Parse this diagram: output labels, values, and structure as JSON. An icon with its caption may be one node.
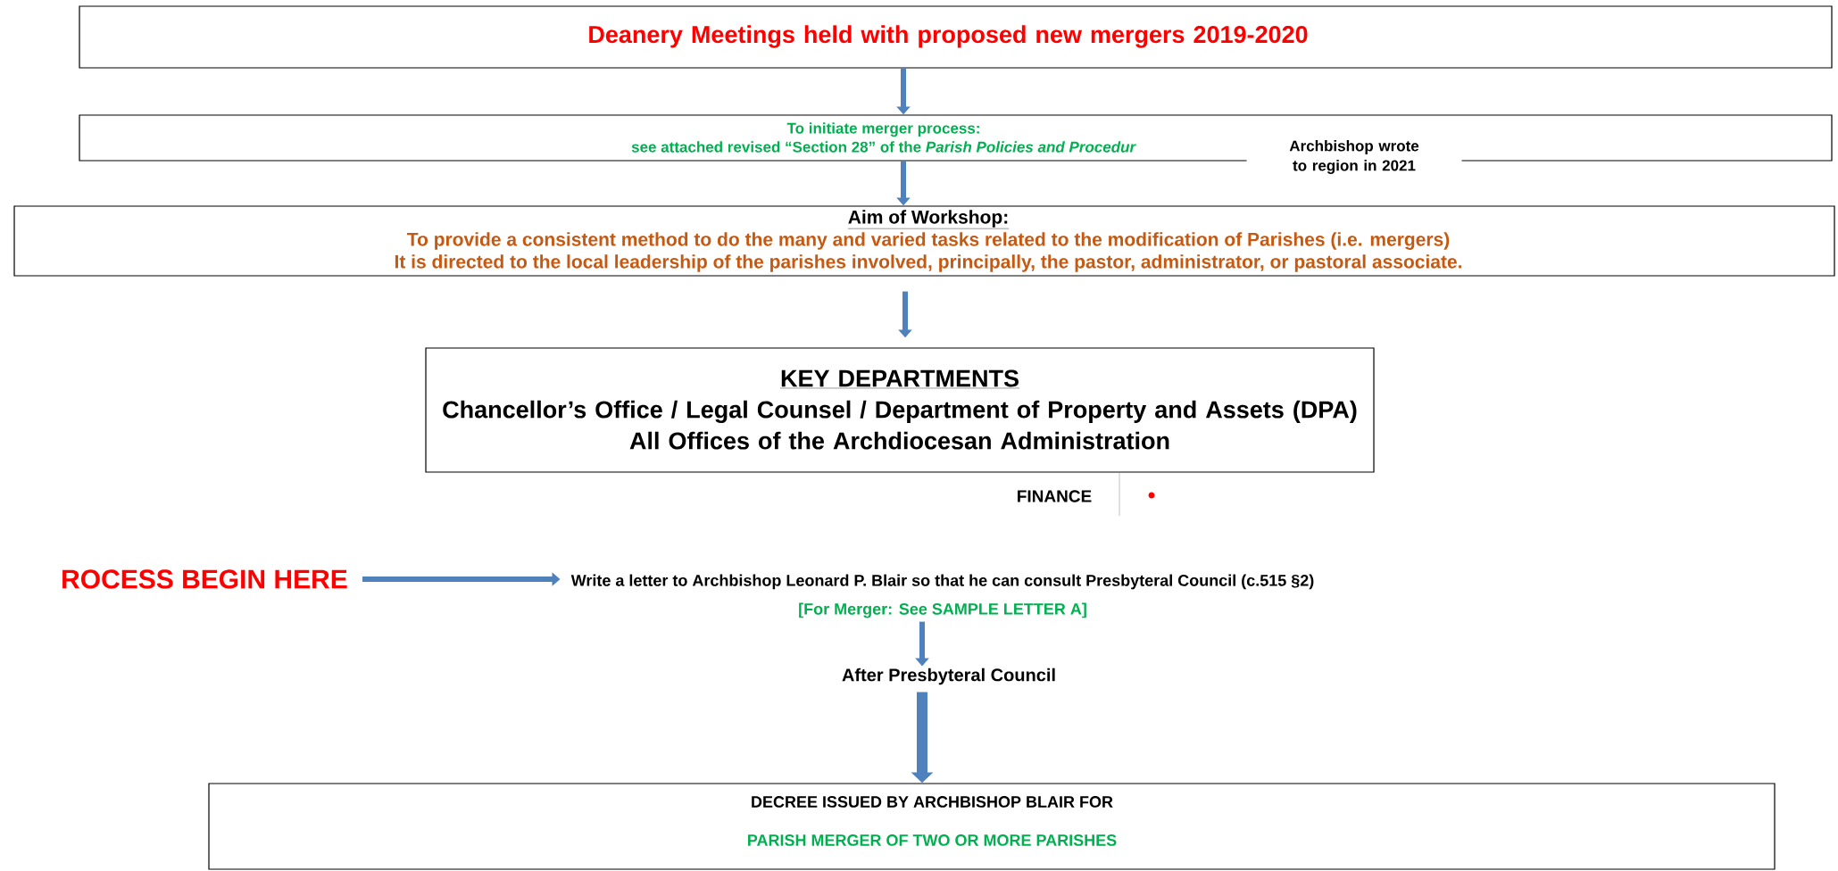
{
  "diagram": {
    "nodes": [
      {
        "text": [
          "Deanery Meetings held with proposed new mergers 2019-2020"
        ]
      },
      {
        "text": [
          "To initiate merger process:",
          "see attached revised “Section 28” of the *Parish Policies and Procedur*"
        ]
      },
      {
        "text": [
          "Aim of Workshop:",
          "To provide a consistent method to do the many and varied tasks related to the modification of Parishes (i.e. mergers)",
          "It is directed to the local leadership of the parishes involved, principally, the pastor, administrator, or pastoral associate."
        ]
      },
      {
        "text": [
          "KEY DEPARTMENTS",
          "Chancellor’s Office / Legal Counsel / Department of Property and Assets (DPA)",
          "All Offices of the Archdiocesan Administration"
        ]
      },
      {
        "text": [
          "ROCESS BEGIN HERE"
        ]
      },
      {
        "text": [
          "Write a letter to Archbishop Leonard P. Blair so that he can consult Presbyteral Council (c.515 §2)",
          "[For Merger:  See SAMPLE LETTER A]"
        ]
      },
      {
        "text": [
          "After Presbyteral Council"
        ]
      },
      {
        "text": [
          "DECREE ISSUED BY ARCHBISHOP BLAIR FOR",
          "PARISH MERGER OF TWO OR MORE PARISHES"
        ]
      }
    ],
    "edges": [
      {
        "from": 0,
        "to": 1,
        "arrow": "to"
      },
      {
        "from": 1,
        "to": 2,
        "arrow": "to"
      },
      {
        "from": 2,
        "to": 3,
        "arrow": "to"
      },
      {
        "from": 4,
        "to": 5,
        "arrow": "to"
      },
      {
        "from": 5,
        "to": 6,
        "arrow": "to"
      },
      {
        "from": 6,
        "to": 7,
        "arrow": "to",
        "style": "thick"
      }
    ],
    "labels": [
      "Archbishop wrote to region in 2021",
      "FINANCE"
    ]
  }
}
